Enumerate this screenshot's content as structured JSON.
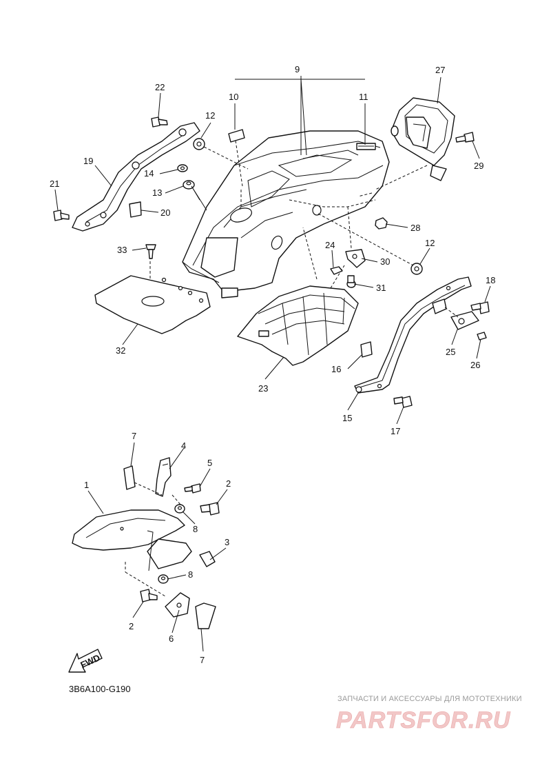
{
  "diagram_code": "3B6A100-G190",
  "fwd_label": "FWD",
  "watermark": {
    "caption": "ЗАПЧАСТИ И АКСЕССУАРЫ ДЛЯ МОТОТЕХНИКИ",
    "logo_text": "PARTSFOR.RU"
  },
  "callouts": {
    "c1": "1",
    "c2a": "2",
    "c2b": "2",
    "c3": "3",
    "c4": "4",
    "c5": "5",
    "c6": "6",
    "c7a": "7",
    "c7b": "7",
    "c8a": "8",
    "c8b": "8",
    "c9": "9",
    "c10": "10",
    "c11": "11",
    "c12a": "12",
    "c12b": "12",
    "c13": "13",
    "c14": "14",
    "c15": "15",
    "c16": "16",
    "c17": "17",
    "c18": "18",
    "c19": "19",
    "c20": "20",
    "c21": "21",
    "c22": "22",
    "c23": "23",
    "c24": "24",
    "c25": "25",
    "c26": "26",
    "c27": "27",
    "c28": "28",
    "c29": "29",
    "c30": "30",
    "c31": "31",
    "c32": "32",
    "c33": "33"
  },
  "colors": {
    "line": "#111111",
    "watermark_text": "#9a9a9a",
    "watermark_logo": "#f2c7c7"
  }
}
